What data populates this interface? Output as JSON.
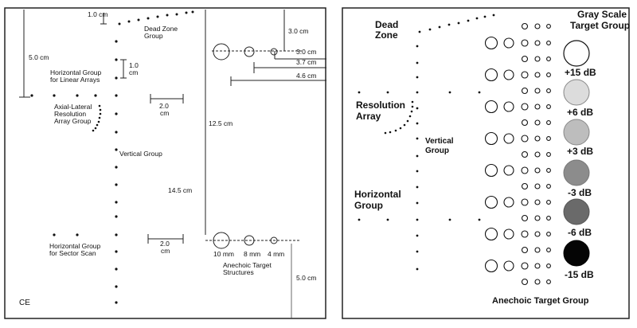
{
  "left_panel": {
    "dead_zone_dim": "1.0 cm",
    "dead_zone_title": [
      "Dead Zone",
      "Group"
    ],
    "side_margin_dim": "5.0 cm",
    "horizontal_linear_title": [
      "Horizontal Group",
      "for Linear Arrays"
    ],
    "spacing_1cm": [
      "1.0",
      "cm"
    ],
    "axial_lateral_title": [
      "Axial-Lateral",
      "Resolution",
      "Array Group"
    ],
    "spacing_2cm_top": [
      "2.0",
      "cm"
    ],
    "vertical_title": "Vertical Group",
    "depth_12_5": "12.5 cm",
    "depth_14_5": "14.5 cm",
    "horizontal_sector_title": [
      "Horizontal Group",
      "for Sector Scan"
    ],
    "spacing_2cm_bottom": [
      "2.0",
      "cm"
    ],
    "dim_3_0_top": "3.0 cm",
    "dim_3_0": "3.0 cm",
    "dim_3_7": "3.7 cm",
    "dim_4_6": "4.6 cm",
    "sizes": [
      "10 mm",
      "8 mm",
      "4 mm"
    ],
    "anechoic_title": [
      "Anechoic Target",
      "Structures"
    ],
    "dim_5_0_bottom": "5.0 cm",
    "ce_mark": "CE"
  },
  "right_panel": {
    "dead_zone": [
      "Dead",
      "Zone"
    ],
    "gray_scale_title": [
      "Gray Scale",
      "Target Group"
    ],
    "resolution_array": [
      "Resolution",
      "Array"
    ],
    "vertical_group": [
      "Vertical",
      "Group"
    ],
    "horizontal_group": [
      "Horizontal",
      "Group"
    ],
    "db_labels": [
      "+15 dB",
      "+6 dB",
      "+3 dB",
      "-3 dB",
      "-6 dB",
      "-15 dB"
    ],
    "gray_fills": [
      "#ffffff",
      "#dcdcdc",
      "#bdbdbd",
      "#8c8c8c",
      "#6a6a6a",
      "#050505"
    ],
    "anechoic_group": "Anechoic Target Group"
  }
}
